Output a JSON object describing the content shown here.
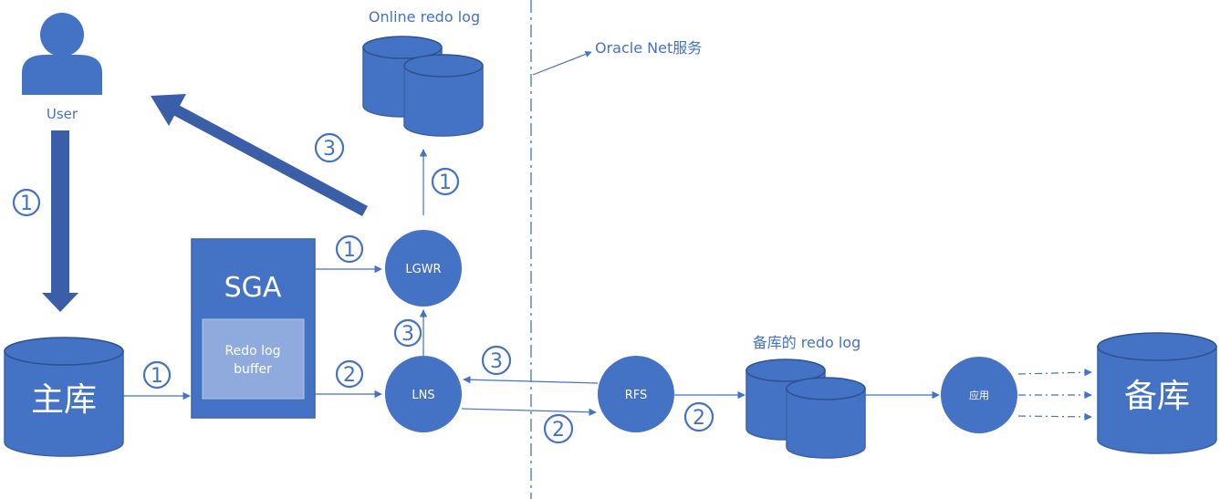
{
  "labels": {
    "user": "User",
    "online_redo_log": "Online redo log",
    "oracle_net": "Oracle Net服务",
    "standby_redo_log": "备库的 redo log",
    "primary_db": "主库",
    "standby_db": "备库",
    "sga": "SGA",
    "redo_log_buffer_line1": "Redo log",
    "redo_log_buffer_line2": "buffer",
    "lgwr": "LGWR",
    "lns": "LNS",
    "rfs": "RFS",
    "apply": "应用"
  },
  "steps": {
    "user_to_primary": "1",
    "user_return": "3",
    "lgwr_to_online_log": "1",
    "sga_to_lgwr": "1",
    "primary_to_sga": "1",
    "sga_to_lns": "2",
    "lns_to_lgwr": "3",
    "rfs_to_lns": "3",
    "lns_to_rfs": "2",
    "rfs_to_standby_log": "2"
  },
  "colors": {
    "primary": "#4472c4",
    "dark_arrow": "#3a5ea8",
    "buffer_box": "#8faadc",
    "background": "#ffffff"
  }
}
